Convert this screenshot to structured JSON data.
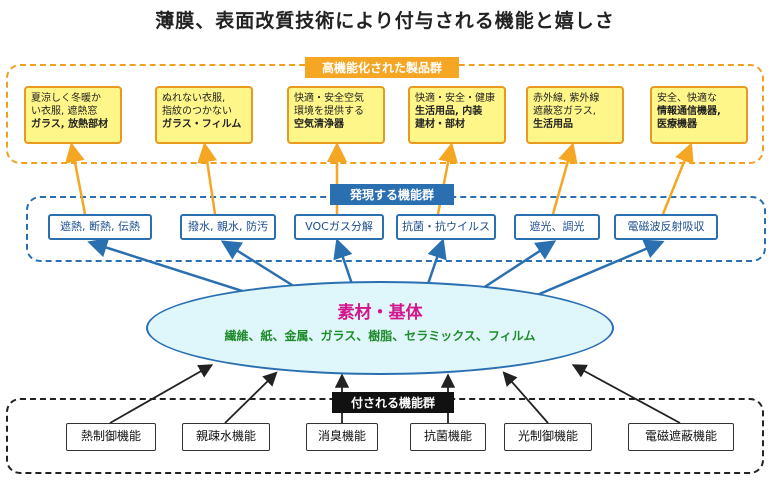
{
  "title": "薄膜、表面改質技術により付与される機能と嬉しさ",
  "products_group": {
    "label": "高機能化された製品群",
    "items": [
      {
        "line1": "夏涼しく冬暖か",
        "line2": "い衣服, 遮熱窓",
        "line3": "ガラス, 放熱部材"
      },
      {
        "line1": "ぬれない衣服,",
        "line2": "指紋のつかない",
        "line3": "ガラス・フィルム"
      },
      {
        "line1": "快適・安全空気",
        "line2": "環境を提供する",
        "line3": "空気清浄器"
      },
      {
        "line1": "快適・安全・健康",
        "line2": "生活用品, 内装",
        "line3": "建材・部材"
      },
      {
        "line1": "赤外線, 紫外線",
        "line2": "遮蔽窓ガラス,",
        "line3": "生活用品"
      },
      {
        "line1": "安全、快適な",
        "line2": "情報通信機器,",
        "line3": "医療機器"
      }
    ]
  },
  "functions_group": {
    "label": "発現する機能群",
    "items": [
      "遮熱, 断熱, 伝熱",
      "撥水, 親水, 防汚",
      "VOCガス分解",
      "抗菌・抗ウイルス",
      "遮光、調光",
      "電磁波反射吸収"
    ]
  },
  "material": {
    "title": "素材・基体",
    "subtitle": "繊維、紙、金属、ガラス、樹脂、セラミックス、フィルム"
  },
  "added_group": {
    "label": "付される機能群",
    "items": [
      "熱制御機能",
      "親疎水機能",
      "消臭機能",
      "抗菌機能",
      "光制御機能",
      "電磁遮蔽機能"
    ]
  },
  "colors": {
    "orange_accent": "#f5a623",
    "blue_accent": "#2a6fb0",
    "product_fill": "#fff68a",
    "ellipse_fill": "#dff6fa",
    "material_title": "#d4158c",
    "material_subtitle": "#1f8c2c"
  }
}
